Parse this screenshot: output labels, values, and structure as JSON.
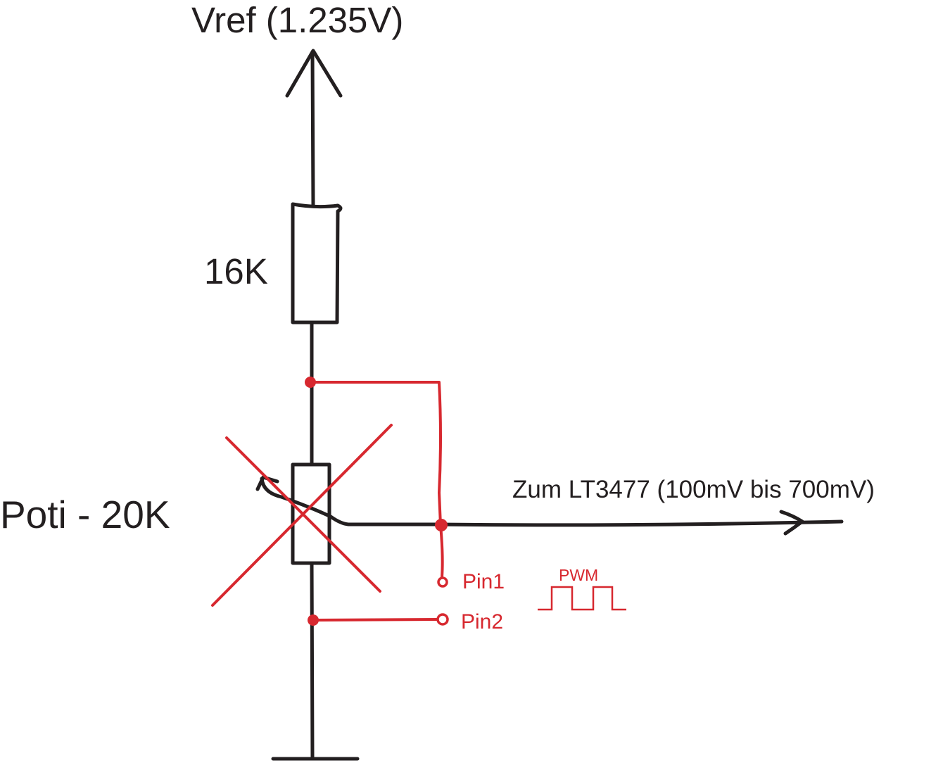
{
  "labels": {
    "vref": "Vref (1.235V)",
    "resistor": "16K",
    "poti": "Poti - 20K",
    "output": "Zum LT3477 (100mV bis 700mV)",
    "pin1": "Pin1",
    "pin2": "Pin2",
    "pwm": "PWM"
  },
  "colors": {
    "ink": "#231f20",
    "annotation": "#d7282f"
  }
}
